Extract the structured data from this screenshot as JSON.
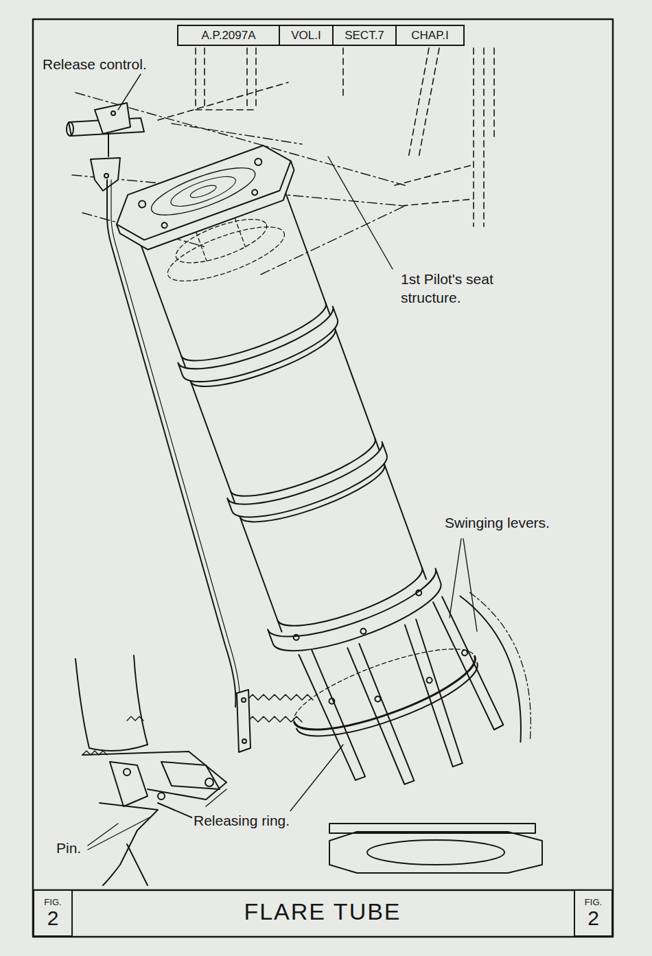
{
  "diagram": {
    "title": "FLARE TUBE",
    "nodes": [
      {
        "text": [
          "A.P.2097A"
        ]
      },
      {
        "text": [
          "VOL.I"
        ]
      },
      {
        "text": [
          "SECT.7"
        ]
      },
      {
        "text": [
          "CHAP.I"
        ]
      },
      {
        "text": [
          "FIG.",
          "2"
        ]
      },
      {
        "text": [
          "FIG.",
          "2"
        ]
      }
    ],
    "labels": [
      "Release control.",
      "1st Pilot's seat structure.",
      "Swinging levers.",
      "Releasing ring.",
      "Pin."
    ]
  }
}
